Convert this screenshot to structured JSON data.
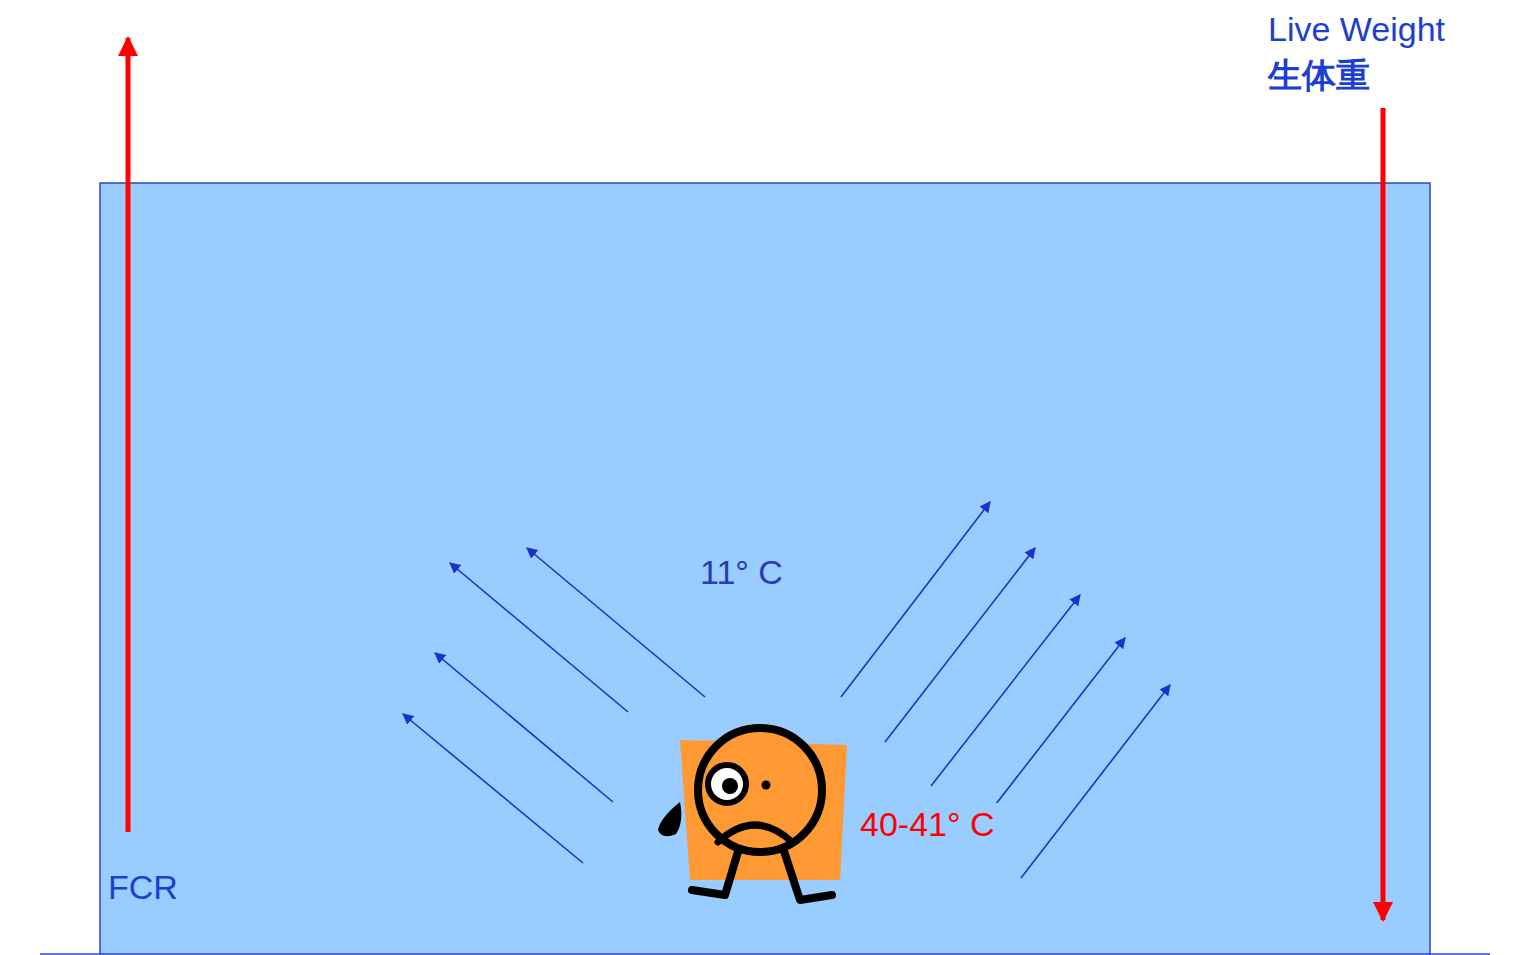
{
  "diagram": {
    "labels": [
      "Live Weight",
      "生体重",
      "11° C",
      "40-41° C",
      "FCR"
    ]
  }
}
